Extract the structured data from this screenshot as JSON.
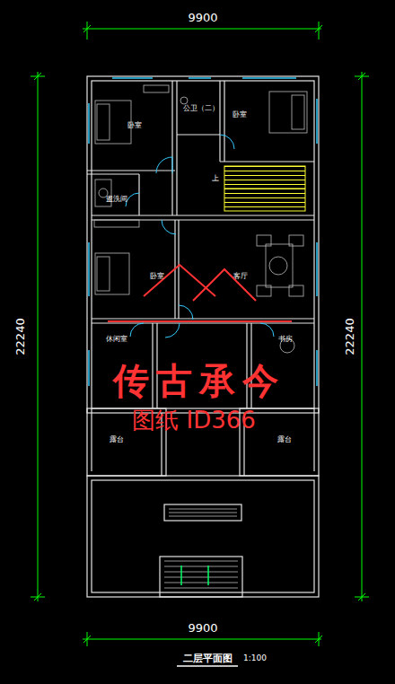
{
  "diagram": {
    "title": "二层平面图",
    "labels": [
      "9900",
      "22240",
      "22240",
      "卧室",
      "公卫（二）",
      "卧室",
      "盥洗间",
      "上",
      "卧室",
      "客厅",
      "休闲室",
      "书房",
      "露台",
      "露台",
      "传古承今",
      "图纸 ID366",
      "9900",
      "1:100"
    ]
  }
}
